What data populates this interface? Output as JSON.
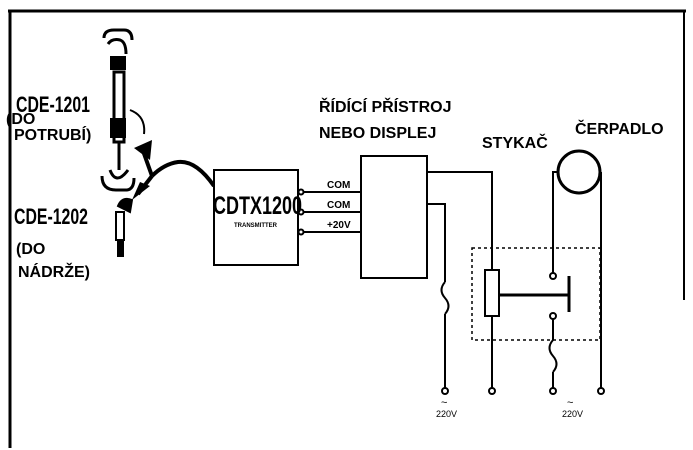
{
  "sensors": {
    "pipe_model": "CDE-1201",
    "pipe_note_line1": "(DO",
    "pipe_note_line2": "POTRUBÍ)",
    "tank_model": "CDE-1202",
    "tank_note_line1": "(DO",
    "tank_note_line2": "NÁDRŽE)"
  },
  "transmitter": {
    "model": "CDTX1200",
    "subtitle": "TRANSMITTER",
    "terminals": [
      "COM",
      "COM",
      "+20V"
    ]
  },
  "controller": {
    "line1": "ŘÍDÍCÍ PŘÍSTROJ",
    "line2": "NEBO DISPLEJ"
  },
  "contactor": {
    "label": "STYKAČ"
  },
  "pump": {
    "label": "ČERPADLO"
  },
  "power": {
    "left_label": "220V",
    "right_label": "220V",
    "ac_symbol": "~"
  },
  "colors": {
    "ink": "#000000",
    "background": "#ffffff"
  }
}
